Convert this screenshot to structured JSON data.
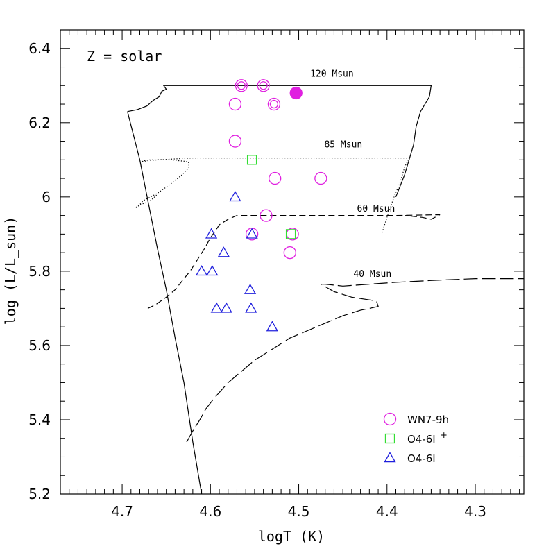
{
  "chart_data": {
    "type": "scatter",
    "title": "",
    "annotation": "Z = solar",
    "xlabel": "logT (K)",
    "ylabel": "log (L/L_sun)",
    "xlim": [
      4.77,
      4.245
    ],
    "ylim": [
      5.2,
      6.45
    ],
    "x_reversed": true,
    "grid": false,
    "legend_position": "bottom-right",
    "x_ticks": [
      4.7,
      4.6,
      4.5,
      4.4,
      4.3
    ],
    "x_tick_labels": [
      "4.7",
      "4.6",
      "4.5",
      "4.4",
      "4.3"
    ],
    "y_ticks": [
      5.2,
      5.4,
      5.6,
      5.8,
      6.0,
      6.2,
      6.4
    ],
    "y_tick_labels": [
      "5.2",
      "5.4",
      "5.6",
      "5.8",
      "6",
      "6.2",
      "6.4"
    ],
    "colors": {
      "wn": "#e020e0",
      "o4p": "#33dd33",
      "o4": "#2020dd",
      "line": "#000000"
    },
    "series": [
      {
        "name": "WN7-9h",
        "marker": "circle",
        "color": "#e020e0",
        "points": [
          [
            4.565,
            6.3
          ],
          [
            4.54,
            6.3
          ],
          [
            4.572,
            6.25
          ],
          [
            4.528,
            6.25
          ],
          [
            4.572,
            6.15
          ],
          [
            4.527,
            6.05
          ],
          [
            4.475,
            6.05
          ],
          [
            4.537,
            5.95
          ],
          [
            4.553,
            5.9
          ],
          [
            4.507,
            5.9
          ],
          [
            4.51,
            5.85
          ]
        ],
        "double_ring": [
          [
            4.565,
            6.3
          ],
          [
            4.54,
            6.3
          ],
          [
            4.528,
            6.25
          ]
        ],
        "filled": [
          [
            4.503,
            6.28
          ]
        ]
      },
      {
        "name": "O4-6I +",
        "marker": "square",
        "color": "#33dd33",
        "points": [
          [
            4.553,
            6.1
          ],
          [
            4.509,
            5.9
          ]
        ]
      },
      {
        "name": "O4-6I",
        "marker": "triangle",
        "color": "#2020dd",
        "points": [
          [
            4.572,
            6.0
          ],
          [
            4.599,
            5.9
          ],
          [
            4.553,
            5.9
          ],
          [
            4.585,
            5.85
          ],
          [
            4.61,
            5.8
          ],
          [
            4.598,
            5.8
          ],
          [
            4.555,
            5.75
          ],
          [
            4.593,
            5.7
          ],
          [
            4.582,
            5.7
          ],
          [
            4.554,
            5.7
          ],
          [
            4.53,
            5.65
          ]
        ]
      }
    ],
    "legend": [
      {
        "label": "WN7-9h",
        "marker": "circle",
        "color": "#e020e0"
      },
      {
        "label": "O4-6I",
        "sup": "+",
        "marker": "square",
        "color": "#33dd33"
      },
      {
        "label": "O4-6I",
        "marker": "triangle",
        "color": "#2020dd"
      }
    ],
    "tracks": [
      {
        "label": "120 Msun",
        "style": "solid",
        "label_at": [
          4.487,
          6.324
        ],
        "points": [
          [
            4.694,
            6.23
          ],
          [
            4.683,
            6.235
          ],
          [
            4.672,
            6.245
          ],
          [
            4.665,
            6.26
          ],
          [
            4.658,
            6.27
          ],
          [
            4.655,
            6.285
          ],
          [
            4.65,
            6.29
          ],
          [
            4.653,
            6.3
          ],
          [
            4.62,
            6.3
          ],
          [
            4.55,
            6.3
          ],
          [
            4.45,
            6.3
          ],
          [
            4.38,
            6.3
          ],
          [
            4.35,
            6.3
          ],
          [
            4.352,
            6.27
          ],
          [
            4.362,
            6.23
          ],
          [
            4.367,
            6.19
          ],
          [
            4.37,
            6.14
          ],
          [
            4.375,
            6.1
          ],
          [
            4.38,
            6.06
          ],
          [
            4.385,
            6.03
          ],
          [
            4.39,
            6.0
          ]
        ]
      },
      {
        "label": "85 Msun",
        "style": "dotted",
        "label_at": [
          4.471,
          6.133
        ],
        "points": [
          [
            4.661,
            6.005
          ],
          [
            4.668,
            5.99
          ],
          [
            4.672,
            5.985
          ],
          [
            4.679,
            5.98
          ],
          [
            4.685,
            5.97
          ],
          [
            4.676,
            5.99
          ],
          [
            4.66,
            6.01
          ],
          [
            4.645,
            6.035
          ],
          [
            4.632,
            6.06
          ],
          [
            4.624,
            6.08
          ],
          [
            4.625,
            6.095
          ],
          [
            4.645,
            6.1
          ],
          [
            4.67,
            6.1
          ],
          [
            4.68,
            6.095
          ],
          [
            4.66,
            6.1
          ],
          [
            4.62,
            6.105
          ],
          [
            4.55,
            6.105
          ],
          [
            4.48,
            6.105
          ],
          [
            4.42,
            6.105
          ],
          [
            4.375,
            6.105
          ],
          [
            4.38,
            6.08
          ],
          [
            4.385,
            6.04
          ],
          [
            4.392,
            6.0
          ],
          [
            4.398,
            5.96
          ],
          [
            4.402,
            5.93
          ],
          [
            4.406,
            5.9
          ]
        ]
      },
      {
        "label": "60 Msun",
        "style": "dashed",
        "label_at": [
          4.434,
          5.96
        ],
        "points": [
          [
            4.671,
            5.7
          ],
          [
            4.662,
            5.71
          ],
          [
            4.65,
            5.73
          ],
          [
            4.64,
            5.75
          ],
          [
            4.63,
            5.78
          ],
          [
            4.623,
            5.8
          ],
          [
            4.615,
            5.83
          ],
          [
            4.607,
            5.86
          ],
          [
            4.6,
            5.89
          ],
          [
            4.594,
            5.91
          ],
          [
            4.59,
            5.925
          ],
          [
            4.58,
            5.94
          ],
          [
            4.57,
            5.95
          ],
          [
            4.54,
            5.95
          ],
          [
            4.5,
            5.95
          ],
          [
            4.46,
            5.95
          ],
          [
            4.42,
            5.95
          ],
          [
            4.39,
            5.95
          ],
          [
            4.34,
            5.952
          ],
          [
            4.35,
            5.94
          ],
          [
            4.36,
            5.945
          ],
          [
            4.38,
            5.95
          ]
        ]
      },
      {
        "label": "40 Msun",
        "style": "longdash",
        "label_at": [
          4.438,
          5.785
        ],
        "points": [
          [
            4.627,
            5.34
          ],
          [
            4.62,
            5.37
          ],
          [
            4.612,
            5.4
          ],
          [
            4.605,
            5.43
          ],
          [
            4.595,
            5.46
          ],
          [
            4.58,
            5.5
          ],
          [
            4.565,
            5.53
          ],
          [
            4.55,
            5.56
          ],
          [
            4.53,
            5.59
          ],
          [
            4.51,
            5.62
          ],
          [
            4.49,
            5.64
          ],
          [
            4.47,
            5.66
          ],
          [
            4.45,
            5.68
          ],
          [
            4.43,
            5.695
          ],
          [
            4.41,
            5.705
          ],
          [
            4.412,
            5.72
          ],
          [
            4.44,
            5.73
          ],
          [
            4.46,
            5.745
          ],
          [
            4.475,
            5.765
          ],
          [
            4.47,
            5.765
          ],
          [
            4.45,
            5.76
          ],
          [
            4.42,
            5.765
          ],
          [
            4.39,
            5.77
          ],
          [
            4.35,
            5.775
          ],
          [
            4.3,
            5.78
          ],
          [
            4.245,
            5.78
          ]
        ]
      },
      {
        "label": "",
        "style": "solid",
        "label_at": null,
        "points": [
          [
            4.694,
            6.23
          ],
          [
            4.68,
            6.1
          ],
          [
            4.67,
            5.98
          ],
          [
            4.66,
            5.86
          ],
          [
            4.65,
            5.75
          ],
          [
            4.64,
            5.62
          ],
          [
            4.63,
            5.5
          ],
          [
            4.62,
            5.34
          ],
          [
            4.61,
            5.2
          ]
        ]
      }
    ]
  }
}
